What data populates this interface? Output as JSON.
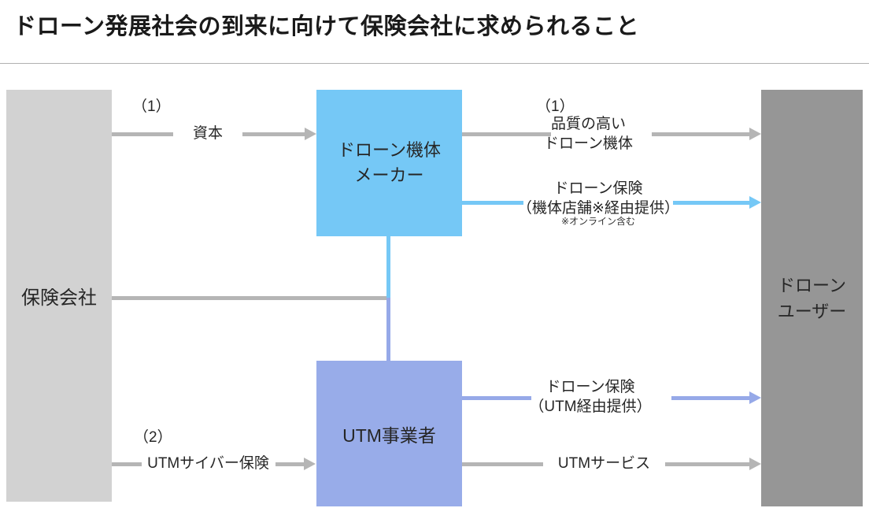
{
  "title": "ドローン発展社会の到来に向けて保険会社に求められること",
  "colors": {
    "box_insurance": "#d2d2d2",
    "box_maker": "#75c8f6",
    "box_utm": "#98ace9",
    "box_user": "#969696",
    "arrow_gray": "#b5b5b5",
    "arrow_blue": "#75c8f6",
    "arrow_periwinkle": "#96a9e8"
  },
  "nodes": {
    "insurance_company": {
      "label": "保険会社"
    },
    "drone_maker": {
      "line1": "ドローン機体",
      "line2": "メーカー"
    },
    "utm_operator": {
      "label": "UTM事業者"
    },
    "drone_user": {
      "line1": "ドローン",
      "line2": "ユーザー"
    }
  },
  "edges": {
    "capital": {
      "tag": "（1）",
      "label": "資本"
    },
    "quality_drone": {
      "tag": "（1）",
      "line1": "品質の高い",
      "line2": "ドローン機体"
    },
    "insurance_via_store": {
      "line1": "ドローン保険",
      "line2": "（機体店舗※経由提供）",
      "note": "※オンライン含む"
    },
    "insurance_via_utm": {
      "line1": "ドローン保険",
      "line2": "（UTM経由提供）"
    },
    "utm_service": {
      "label": "UTMサービス"
    },
    "utm_cyber_insurance": {
      "tag": "（2）",
      "label": "UTMサイバー保険"
    }
  }
}
